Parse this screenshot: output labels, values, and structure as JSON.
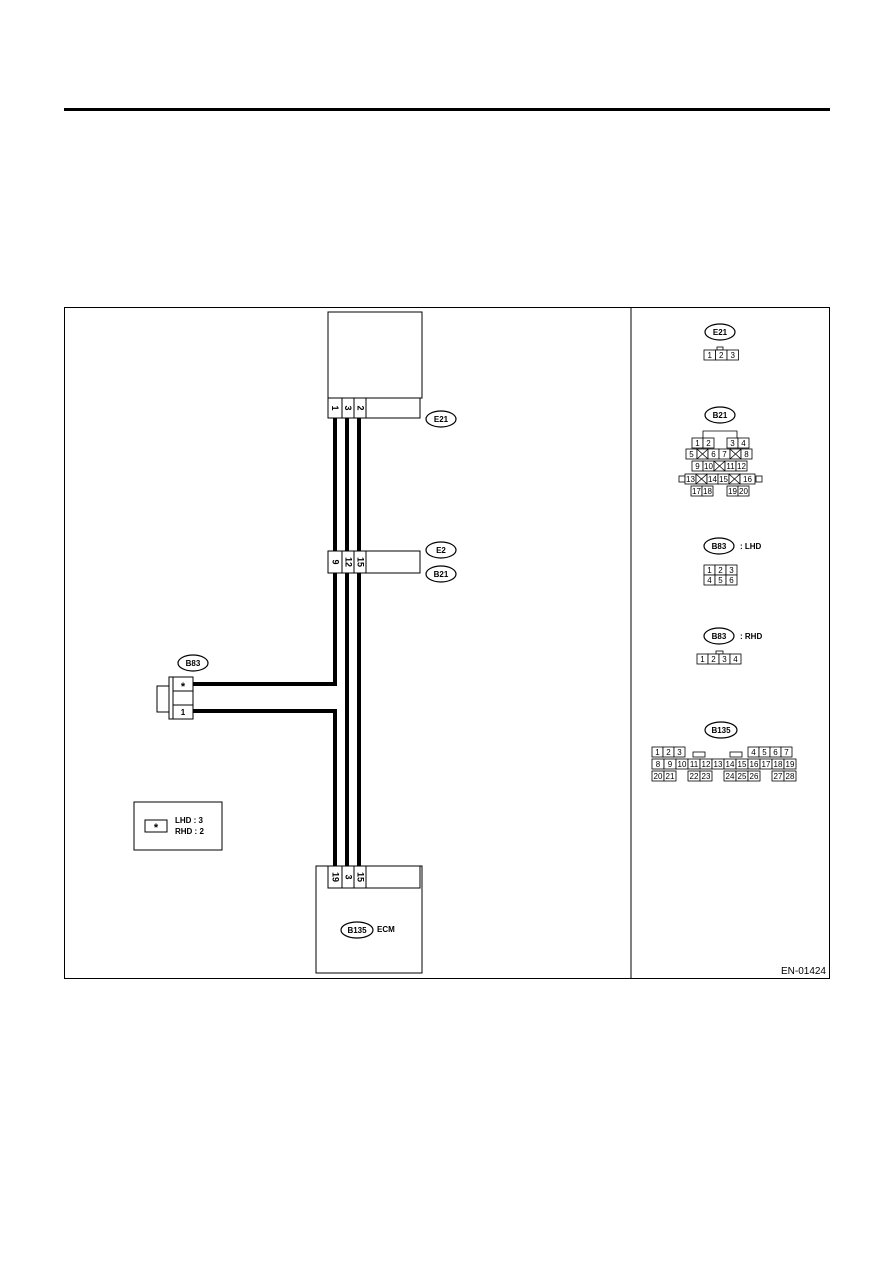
{
  "figure_id": "EN-01424",
  "main": {
    "e21_tag": "E21",
    "e21_pins": [
      "1",
      "3",
      "2"
    ],
    "e2_tag": "E2",
    "b21_tag": "B21",
    "mid_pins": [
      "9",
      "12",
      "15"
    ],
    "b83_tag": "B83",
    "b83_pin_star": "*",
    "b83_pin_1": "1",
    "legend_star": "*",
    "legend_lhd": "LHD : 3",
    "legend_rhd": "RHD : 2",
    "ecm_pins": [
      "19",
      "3",
      "15"
    ],
    "ecm_tag": "B135",
    "ecm_label": "ECM"
  },
  "side": {
    "e21": {
      "tag": "E21",
      "pins": [
        "1",
        "2",
        "3"
      ]
    },
    "b21": {
      "tag": "B21",
      "row1": [
        "1",
        "2",
        "3",
        "4"
      ],
      "row2": [
        "5",
        "6",
        "7",
        "8"
      ],
      "row3": [
        "9",
        "10",
        "11",
        "12"
      ],
      "row4": [
        "13",
        "14",
        "15",
        "16"
      ],
      "row5": [
        "17",
        "18",
        "19",
        "20"
      ]
    },
    "b83_lhd": {
      "tag": "B83",
      "suffix": ": LHD",
      "pins": [
        "1",
        "2",
        "3",
        "4",
        "5",
        "6"
      ]
    },
    "b83_rhd": {
      "tag": "B83",
      "suffix": ": RHD",
      "pins": [
        "1",
        "2",
        "3",
        "4"
      ]
    },
    "b135": {
      "tag": "B135",
      "row1": [
        "1",
        "2",
        "3",
        "4",
        "5",
        "6",
        "7"
      ],
      "row2": [
        "8",
        "9",
        "10",
        "11",
        "12",
        "13",
        "14",
        "15",
        "16",
        "17",
        "18",
        "19"
      ],
      "row3": [
        "20",
        "21",
        "22",
        "23",
        "24",
        "25",
        "26",
        "27",
        "28"
      ]
    }
  }
}
